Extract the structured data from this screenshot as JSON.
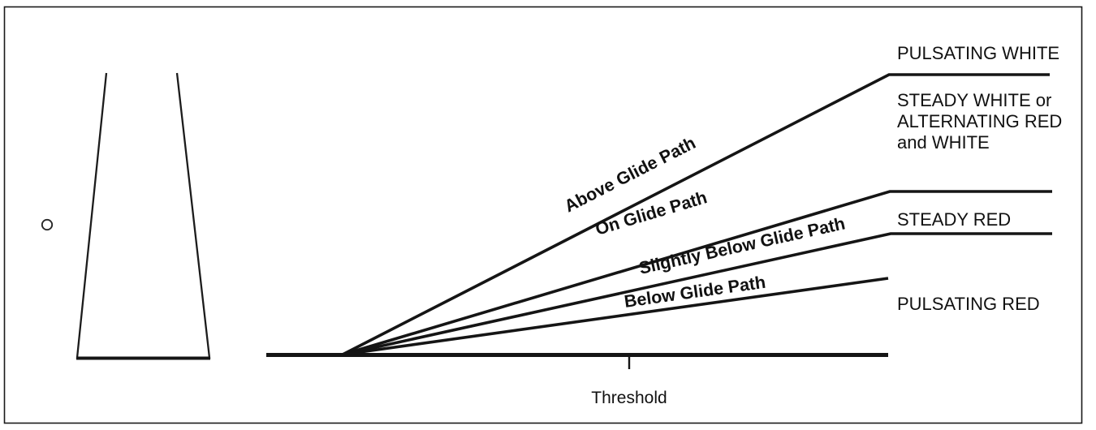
{
  "figure": {
    "title": "PAPI / Visual Glide Path Indication Diagram",
    "background_color": "#ffffff",
    "line_color": "#151515",
    "border_color": "#1a1a1a"
  },
  "runway": {
    "name": "runway-perspective-shape",
    "description": "trapezoid open at top representing runway in perspective"
  },
  "marker": {
    "name": "approach-light-marker",
    "description": "small circle left of runway"
  },
  "ground": {
    "threshold_label": "Threshold"
  },
  "beams": [
    {
      "id": "above-glide-path",
      "label": "Above Glide Path",
      "indication": "PULSATING WHITE"
    },
    {
      "id": "on-glide-path",
      "label": "On Glide Path",
      "indication": "STEADY WHITE or ALTERNATING RED and WHITE"
    },
    {
      "id": "slightly-below-glide-path",
      "label": "Slightly Below Glide Path",
      "indication": "STEADY RED"
    },
    {
      "id": "below-glide-path",
      "label": "Below Glide Path",
      "indication": "PULSATING RED"
    }
  ],
  "indications": {
    "pulsating_white": "PULSATING WHITE",
    "steady_white_alt_line1": "STEADY WHITE or",
    "steady_white_alt_line2": "ALTERNATING RED",
    "steady_white_alt_line3": "and WHITE",
    "steady_red": "STEADY RED",
    "pulsating_red": "PULSATING RED"
  }
}
